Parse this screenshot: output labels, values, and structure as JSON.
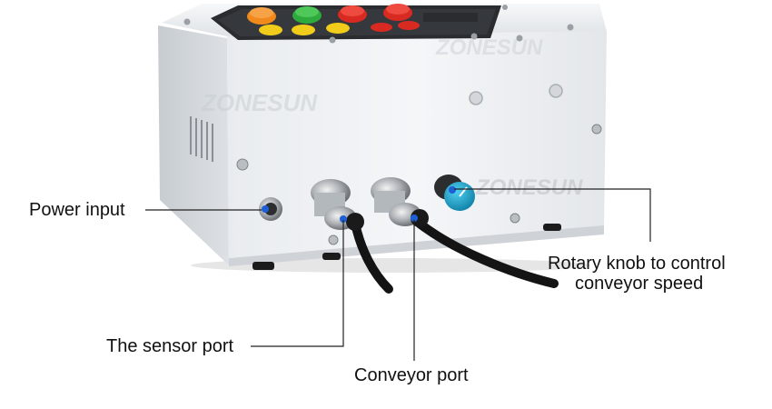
{
  "watermark": "ZONESUN",
  "callouts": {
    "power_input": "Power input",
    "sensor_port": "The sensor port",
    "conveyor_port": "Conveyor port",
    "knob_line1": "Rotary knob to control",
    "knob_line2": "conveyor speed"
  },
  "colors": {
    "accent_blue": "#1f5fd6",
    "button_orange": "#f08a1c",
    "button_green": "#2faa3c",
    "button_red": "#d92a22",
    "button_yellow": "#f2cc1a",
    "knob_cyan": "#1aa9d4"
  }
}
